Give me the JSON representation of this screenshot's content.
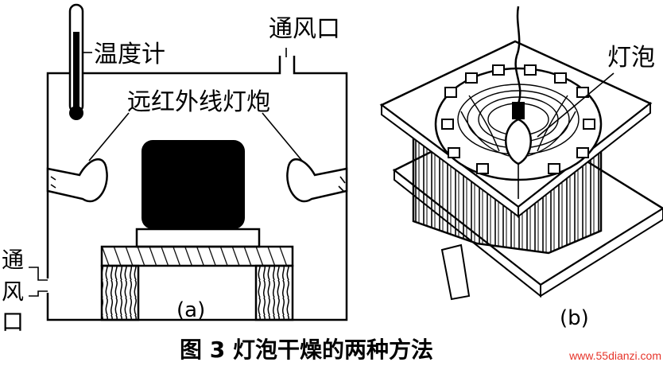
{
  "panel_a": {
    "label_thermometer": "温度计",
    "label_vent_top": "通风口",
    "label_lamp": "远红外线灯炮",
    "label_vent_side": [
      "通",
      "风",
      "口"
    ],
    "panel_label": "(a)"
  },
  "panel_b": {
    "label_bulb": "灯泡",
    "panel_label": "(b)"
  },
  "caption": "图 3 灯泡干燥的两种方法",
  "watermark": "www.55dianzi.com",
  "colors": {
    "ink": "#000000",
    "background": "#ffffff",
    "watermark": "#e6342a"
  }
}
